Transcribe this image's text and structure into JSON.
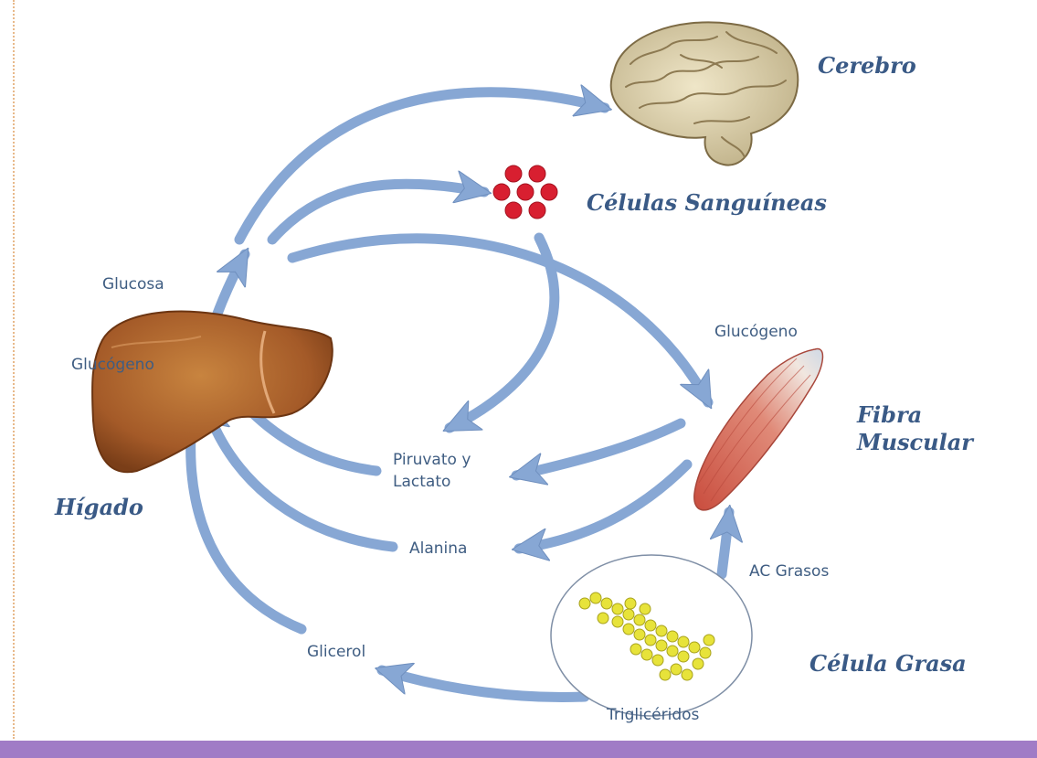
{
  "colors": {
    "arrow": "#87a7d4",
    "arrow_edge": "#6f8fbe",
    "text_small": "#3f5d82",
    "text_title": "#3a5a86",
    "bottom_band": "#a07cc6",
    "liver": "#a9612e",
    "muscle": "#d67464",
    "blood_cell": "#d81f30",
    "fat": "#e7e33a",
    "brain": "#e2d6b1"
  },
  "titles": {
    "cerebro": "Cerebro",
    "celulas_sanguineas": "Células Sanguíneas",
    "fibra": "Fibra",
    "muscular": "Muscular",
    "higado": "Hígado",
    "celula_grasa": "Célula Grasa"
  },
  "labels": {
    "glucosa": "Glucosa",
    "glucogeno_higado": "Glucógeno",
    "glucogeno_musculo": "Glucógeno",
    "piruvato": "Piruvato y",
    "lactato": "Lactato",
    "alanina": "Alanina",
    "ac_grasos": "AC Grasos",
    "glicerol": "Glicerol",
    "trigliceridos": "Triglicéridos"
  },
  "icons": [
    "brain-icon",
    "blood-cells-icon",
    "liver-icon",
    "muscle-fiber-icon",
    "fat-cell-icon"
  ]
}
